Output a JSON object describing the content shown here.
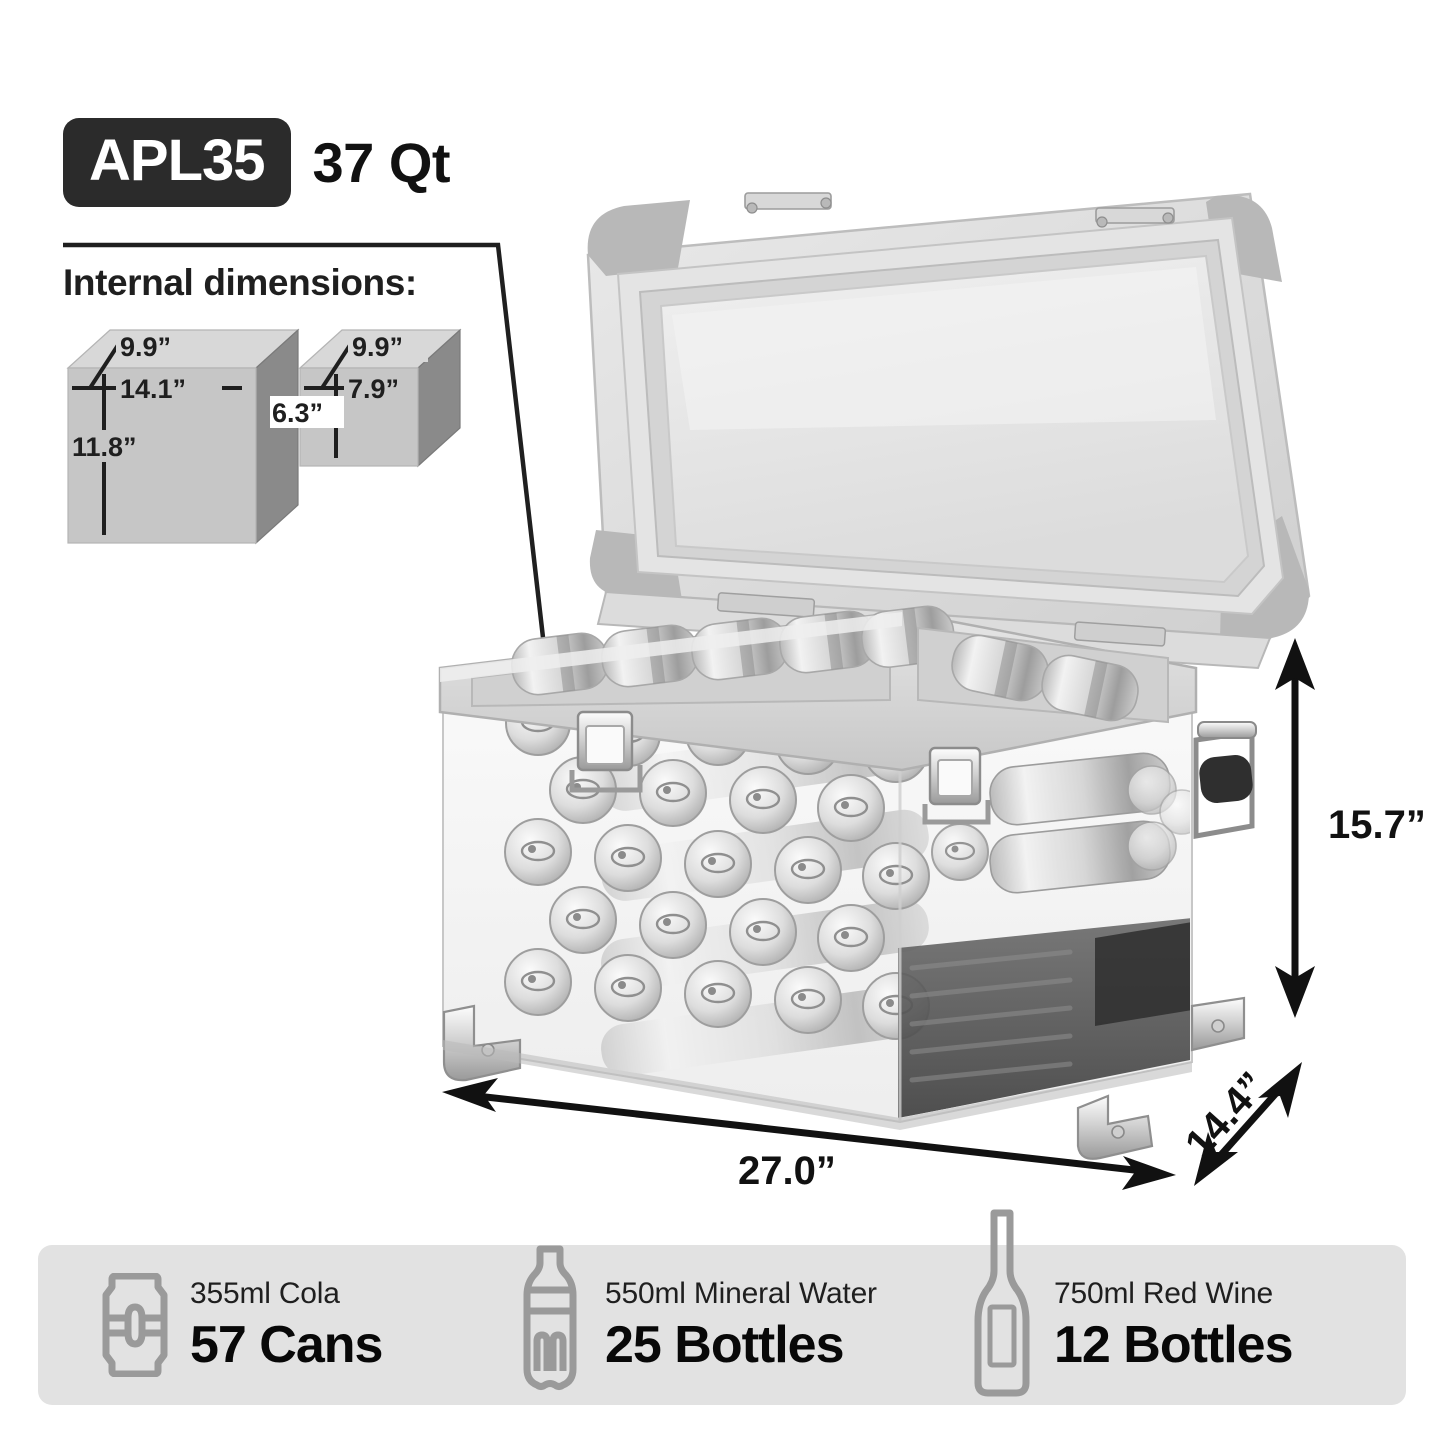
{
  "header": {
    "model": "APL35",
    "capacity": "37 Qt"
  },
  "internal": {
    "title": "Internal dimensions:",
    "boxes": [
      {
        "name": "large-compartment",
        "depth": "9.9”",
        "width": "14.1”",
        "height": "11.8”"
      },
      {
        "name": "small-compartment",
        "depth": "9.9”",
        "width": "7.9”",
        "height": "6.3”"
      }
    ]
  },
  "external": {
    "width": "27.0”",
    "height": "15.7”",
    "depth": "14.4”"
  },
  "capacity_bar": {
    "items": [
      {
        "icon": "soda-can-icon",
        "description": "355ml Cola",
        "count": "57 Cans"
      },
      {
        "icon": "water-bottle-icon",
        "description": "550ml Mineral Water",
        "count": "25 Bottles"
      },
      {
        "icon": "wine-bottle-icon",
        "description": "750ml Red Wine",
        "count": "12 Bottles"
      }
    ]
  },
  "colors": {
    "badge_bg": "#2b2b2b",
    "bar_bg": "#e2e2e2",
    "box_front": "#c6c6c6",
    "box_top": "#d8d8d8",
    "box_side": "#8a8a8a",
    "icon_gray": "#9a9a9a",
    "ink": "#1f1f1f"
  },
  "product": {
    "name": "portable-car-fridge",
    "lid_state": "open"
  }
}
